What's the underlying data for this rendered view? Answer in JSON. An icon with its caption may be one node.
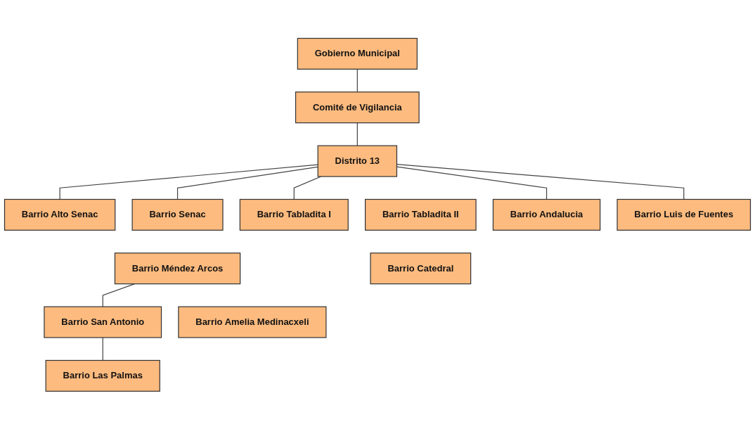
{
  "diagram": {
    "nodes": [
      {
        "text": [
          "Gobierno Municipal"
        ]
      },
      {
        "text": [
          "Comité de Vigilancia"
        ]
      },
      {
        "text": [
          "Distrito 13"
        ]
      },
      {
        "text": [
          "Barrio Alto Senac"
        ]
      },
      {
        "text": [
          "Barrio Senac"
        ]
      },
      {
        "text": [
          "Barrio Tabladita I"
        ]
      },
      {
        "text": [
          "Barrio Tabladita II"
        ]
      },
      {
        "text": [
          "Barrio Andalucia"
        ]
      },
      {
        "text": [
          "Barrio Luis de Fuentes"
        ]
      },
      {
        "text": [
          "Barrio Méndez Arcos"
        ]
      },
      {
        "text": [
          "Barrio San Antonio"
        ]
      },
      {
        "text": [
          "Barrio Catedral"
        ]
      },
      {
        "text": [
          "Barrio Amelia Medinacxeli"
        ]
      },
      {
        "text": [
          "Barrio Las Palmas"
        ]
      }
    ],
    "edges": [
      {
        "from": 0,
        "to": 1,
        "arrow": "none"
      },
      {
        "from": 1,
        "to": 2,
        "arrow": "none"
      },
      {
        "from": 2,
        "to": 3,
        "arrow": "none"
      },
      {
        "from": 2,
        "to": 4,
        "arrow": "none"
      },
      {
        "from": 2,
        "to": 5,
        "arrow": "none"
      },
      {
        "from": 2,
        "to": 7,
        "arrow": "none"
      },
      {
        "from": 2,
        "to": 8,
        "arrow": "none"
      },
      {
        "from": 9,
        "to": 10,
        "arrow": "none"
      },
      {
        "from": 10,
        "to": 13,
        "arrow": "none"
      }
    ]
  }
}
